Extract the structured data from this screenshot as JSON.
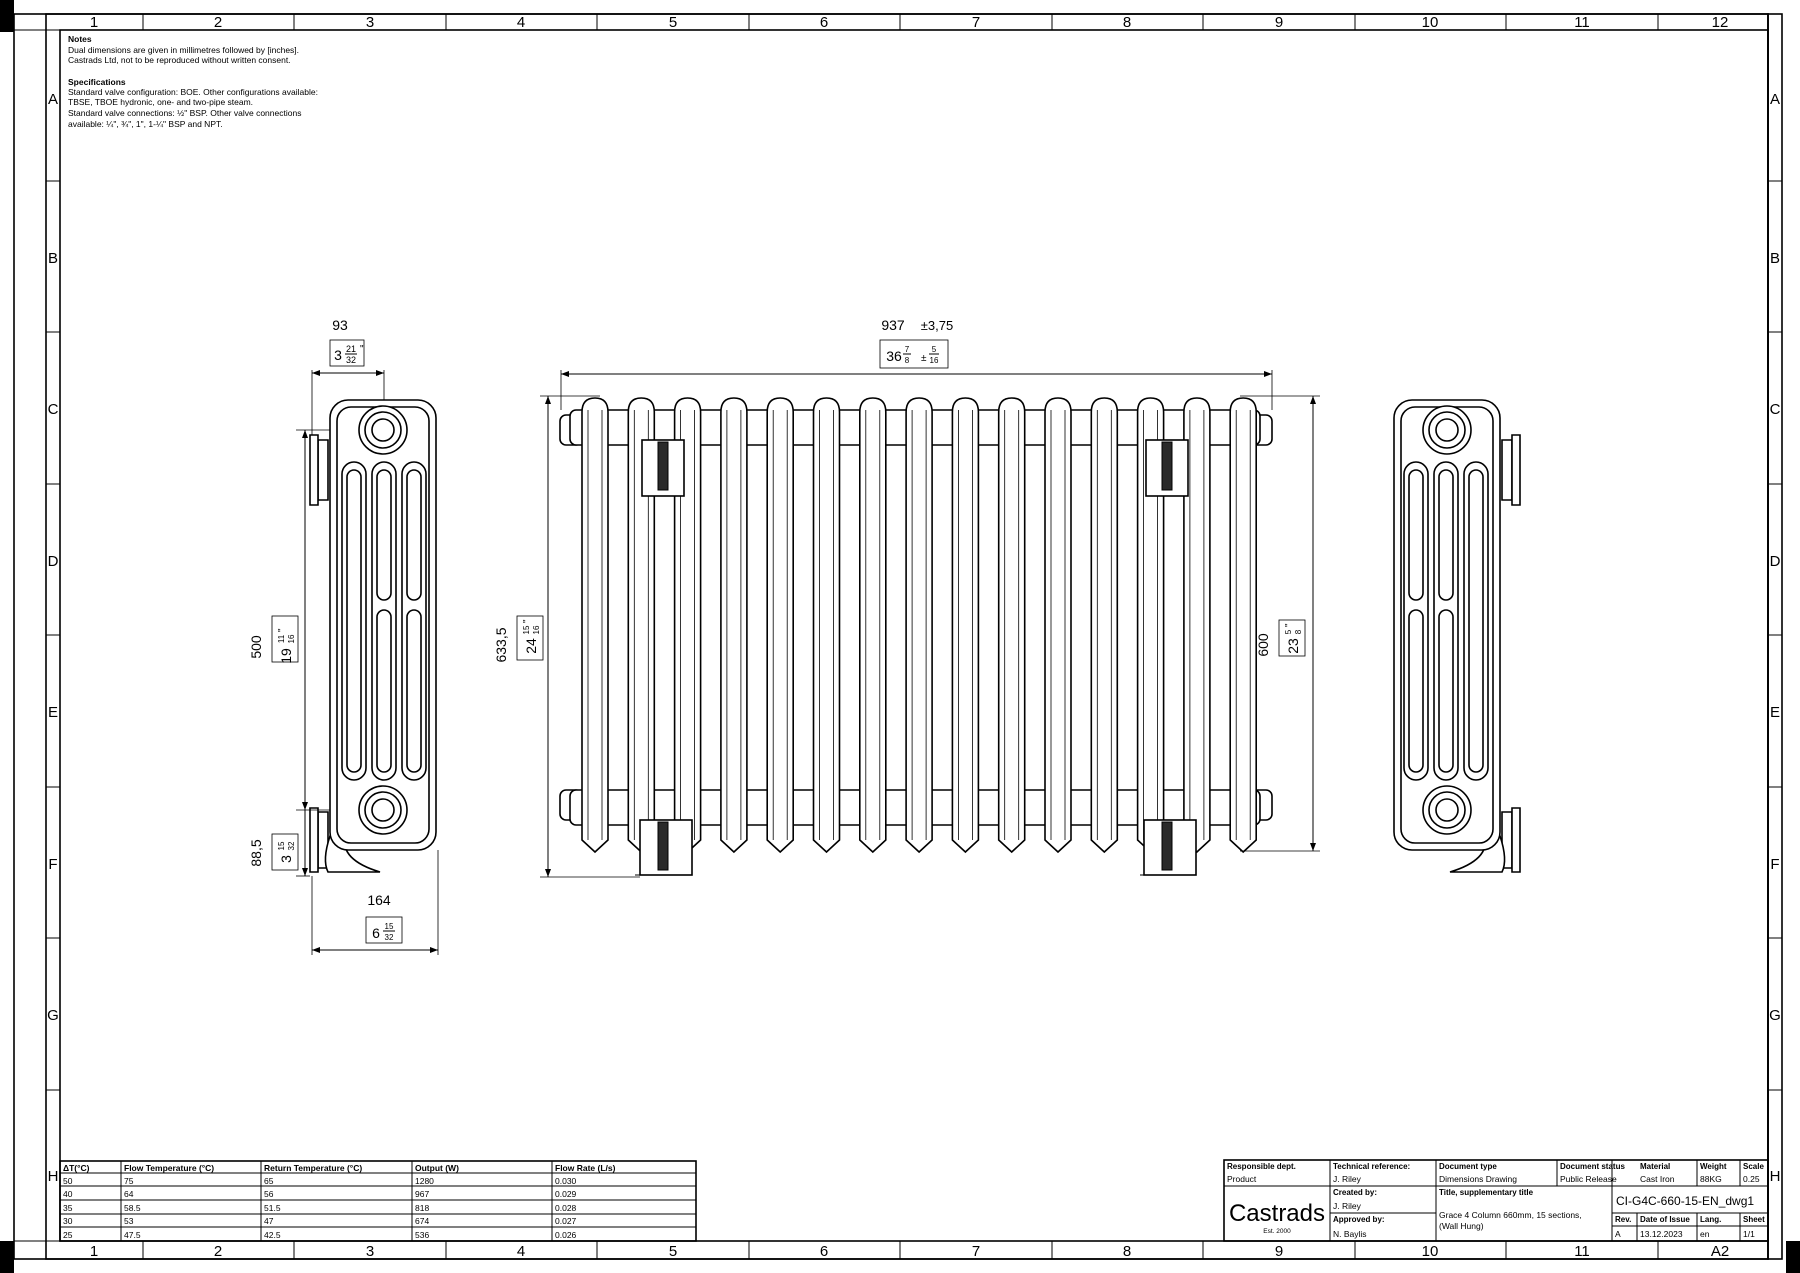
{
  "sheet": {
    "col_labels": [
      "1",
      "2",
      "3",
      "4",
      "5",
      "6",
      "7",
      "8",
      "9",
      "10",
      "11",
      "12"
    ],
    "row_labels": [
      "A",
      "B",
      "C",
      "D",
      "E",
      "F",
      "G",
      "H"
    ]
  },
  "notes": {
    "heading": "Notes",
    "lines": [
      "Dual dimensions are given in millimetres followed by [inches].",
      "Castrads Ltd, not to be reproduced without written consent."
    ]
  },
  "specifications": {
    "heading": "Specifications",
    "lines": [
      "Standard valve configuration: BOE. Other configurations available:",
      "TBSE, TBOE hydronic, one- and two-pipe steam.",
      "Standard valve connections: ½\" BSP. Other valve connections",
      "available: ¼\", ¾\", 1\", 1-¼\" BSP and NPT."
    ]
  },
  "dimensions": {
    "side_width_mm": "93",
    "side_width_in_whole": "3",
    "side_width_in_num": "21",
    "side_width_in_den": "32",
    "centres_mm": "500",
    "centres_in_whole": "19",
    "centres_in_num": "11",
    "centres_in_den": "16",
    "bottom_mm": "88,5",
    "bottom_in_whole": "3",
    "bottom_in_num": "15",
    "bottom_in_den": "32",
    "depth_mm": "164",
    "depth_in_whole": "6",
    "depth_in_num": "15",
    "depth_in_den": "32",
    "length_mm": "937",
    "length_tol_mm": "±3,75",
    "length_in_whole": "36",
    "length_in_num": "7",
    "length_in_den": "8",
    "length_tol_in_num": "5",
    "length_tol_in_den": "16",
    "total_height_mm": "633,5",
    "total_height_in_whole": "24",
    "total_height_in_num": "15",
    "total_height_in_den": "16",
    "height_mm": "600",
    "height_in_whole": "23",
    "height_in_num": "5",
    "height_in_den": "8",
    "inch_mark": "\"",
    "tol_plusminus": "±"
  },
  "performance_table": {
    "headers": [
      "ΔT(°C)",
      "Flow Temperature (°C)",
      "Return Temperature (°C)",
      "Output (W)",
      "Flow Rate (L/s)"
    ],
    "rows": [
      [
        "50",
        "75",
        "65",
        "1280",
        "0.030"
      ],
      [
        "40",
        "64",
        "56",
        "967",
        "0.029"
      ],
      [
        "35",
        "58.5",
        "51.5",
        "818",
        "0.028"
      ],
      [
        "30",
        "53",
        "47",
        "674",
        "0.027"
      ],
      [
        "25",
        "47.5",
        "42.5",
        "536",
        "0.026"
      ]
    ]
  },
  "title_block": {
    "responsible_dept_label": "Responsible dept.",
    "responsible_dept": "Product",
    "technical_reference_label": "Technical reference:",
    "technical_reference": "J. Riley",
    "document_type_label": "Document type",
    "document_type": "Dimensions Drawing",
    "document_status_label": "Document status",
    "document_status": "Public Release",
    "material_label": "Material",
    "material": "Cast Iron",
    "weight_label": "Weight",
    "weight": "88KG",
    "scale_label": "Scale",
    "scale": "0.25",
    "logo_text": "Castrads",
    "logo_sub": "Est. 2000",
    "created_by_label": "Created by:",
    "created_by": "J. Riley",
    "approved_by_label": "Approved by:",
    "approved_by": "N. Baylis",
    "title_label": "Title, supplementary title",
    "title_line1": "Grace 4 Column 660mm, 15 sections,",
    "title_line2": "(Wall Hung)",
    "drawing_number": "CI-G4C-660-15-EN_dwg1",
    "rev_label": "Rev.",
    "rev": "A",
    "date_label": "Date of Issue",
    "date": "13.12.2023",
    "lang_label": "Lang.",
    "lang": "en",
    "sheet_label": "Sheet",
    "sheet": "1/1",
    "paper_size": "A2"
  }
}
